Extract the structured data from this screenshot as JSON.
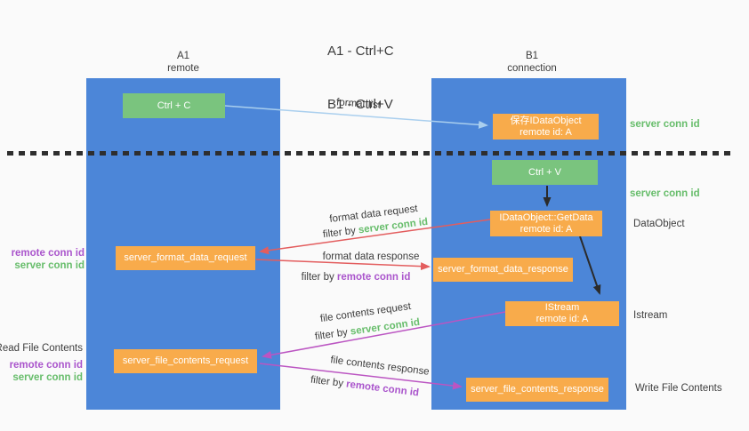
{
  "title": {
    "line1": "A1 - Ctrl+C",
    "line2": "B1 - Ctrl+V"
  },
  "lifelines": {
    "left": {
      "title": "A1",
      "subtitle": "remote"
    },
    "right": {
      "title": "B1",
      "subtitle": "connection"
    }
  },
  "nodes": {
    "ctrl_c": {
      "label": "Ctrl + C"
    },
    "ctrl_v": {
      "label": "Ctrl + V"
    },
    "save_idataobject": {
      "line1": "保存IDataObject",
      "line2": "remote id: A"
    },
    "getdata": {
      "line1": "IDataObject::GetData",
      "line2": "remote id: A"
    },
    "istream": {
      "line1": "IStream",
      "line2": "remote id: A"
    },
    "server_format_data_request": {
      "label": "server_format_data_request"
    },
    "server_format_data_response": {
      "label": "server_format_data_response"
    },
    "server_file_contents_request": {
      "label": "server_file_contents_request"
    },
    "server_file_contents_response": {
      "label": "server_file_contents_response"
    }
  },
  "arrow_labels": {
    "format_list": "format list",
    "format_data_request": "format data request",
    "format_data_response": "format data response",
    "file_contents_request": "file contents request",
    "file_contents_response": "file contents response",
    "filter_by": "filter by ",
    "server_conn_id": "server conn id",
    "remote_conn_id": "remote conn id"
  },
  "side_labels": {
    "server_conn_id": "server conn id",
    "remote_conn_id": "remote conn id",
    "dataobject": "DataObject",
    "istream": "Istream",
    "read_file_contents": "Read File Contents",
    "write_file_contents": "Write File Contents"
  },
  "colors": {
    "background": "#fafafa",
    "lifeline_blue": "#4c86d8",
    "node_green": "#7ac47e",
    "node_orange": "#f8ab4b",
    "text_green": "#67bd6b",
    "text_purple": "#aa55cc",
    "arrow_red": "#e35d5e",
    "arrow_magenta": "#bb55c2",
    "arrow_blue": "#aacfee",
    "arrow_black": "#2b2b2b"
  }
}
